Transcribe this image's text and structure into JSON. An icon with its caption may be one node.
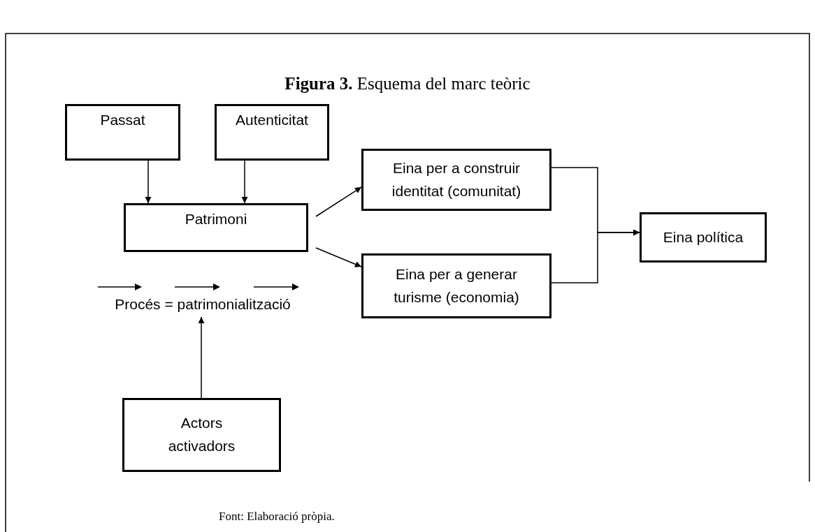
{
  "diagram": {
    "title": "**Figura 3.** Esquema del marc teòric",
    "caption": "Font: Elaboració pròpia.",
    "nodes": [
      {
        "text": [
          "Passat"
        ]
      },
      {
        "text": [
          "Autenticitat"
        ]
      },
      {
        "text": [
          "Patrimoni"
        ]
      },
      {
        "text": [
          "Eina per a construir identitat (comunitat)"
        ]
      },
      {
        "text": [
          "Eina per a generar turisme (economia)"
        ]
      },
      {
        "text": [
          "Eina política"
        ]
      },
      {
        "text": [
          "Procés = patrimonialització"
        ]
      },
      {
        "text": [
          "Actors activadors"
        ]
      }
    ],
    "edges": [
      {
        "from": 0,
        "to": 2,
        "arrow": "to"
      },
      {
        "from": 1,
        "to": 2,
        "arrow": "to"
      },
      {
        "from": 2,
        "to": 3,
        "arrow": "to"
      },
      {
        "from": 2,
        "to": 4,
        "arrow": "to"
      },
      {
        "from": 3,
        "to": 5,
        "arrow": "to"
      },
      {
        "from": 4,
        "to": 5,
        "arrow": "to"
      },
      {
        "from": 7,
        "to": 6,
        "arrow": "to"
      }
    ]
  }
}
